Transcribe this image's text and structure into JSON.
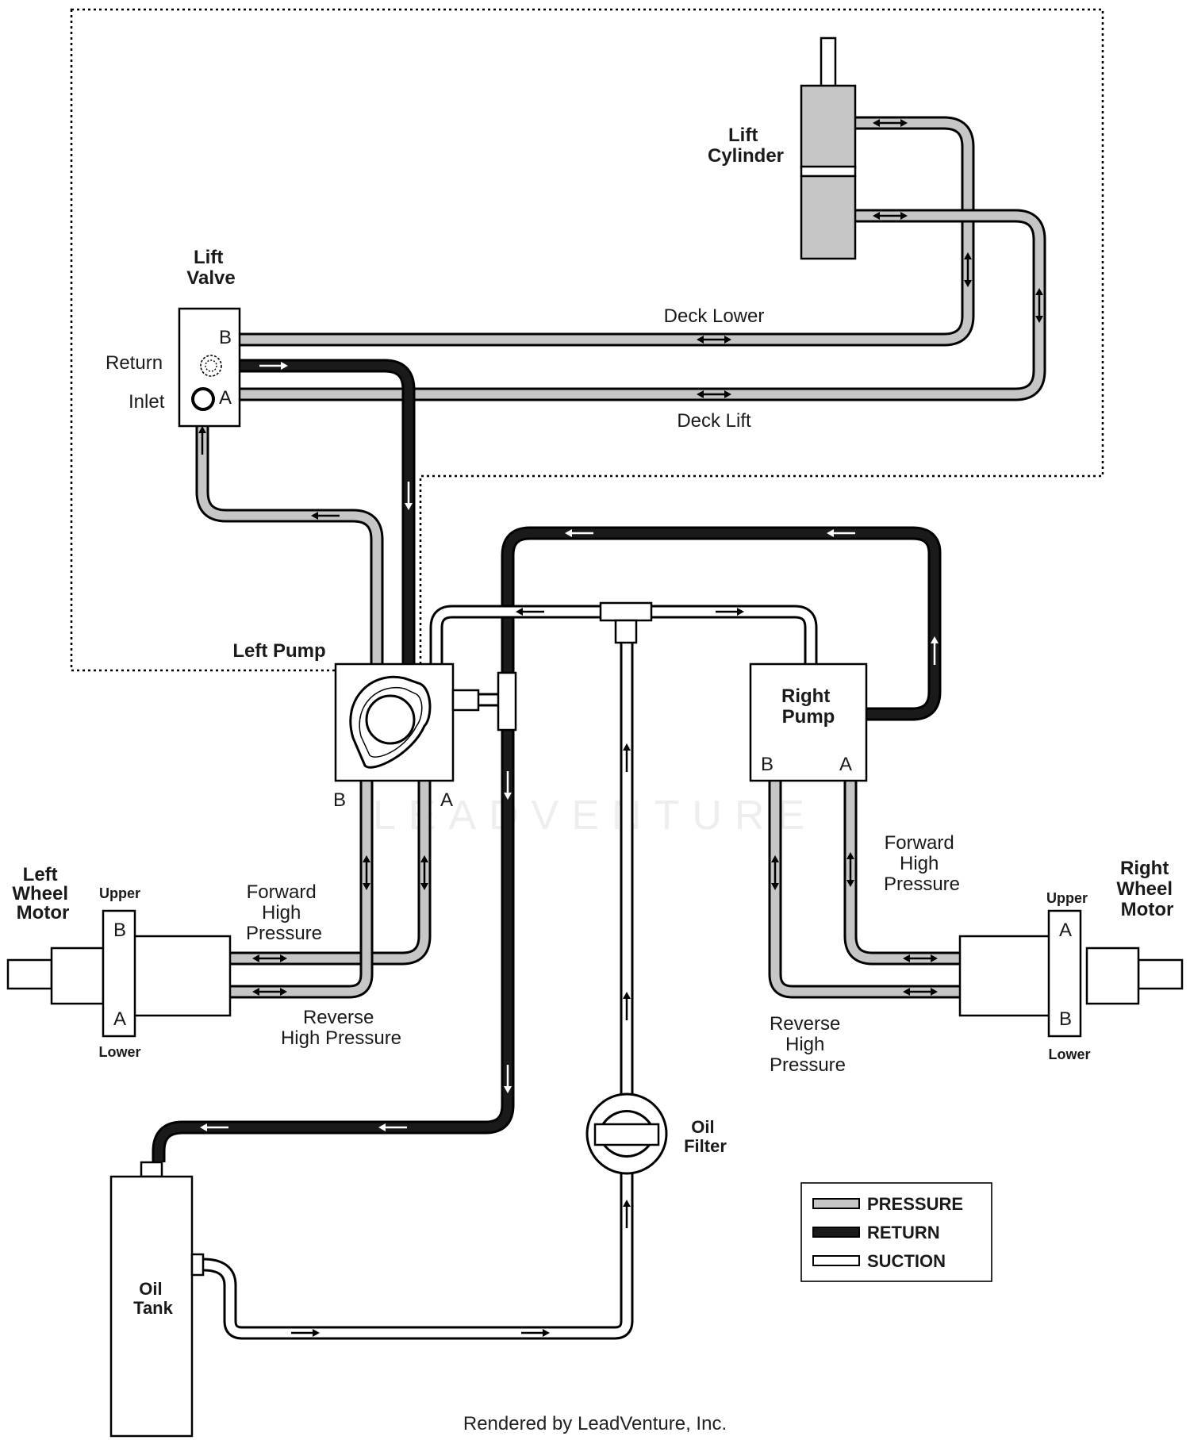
{
  "colors": {
    "pressure": "#c6c6c6",
    "return": "#1a1a1a",
    "suction": "#ffffff",
    "outline": "#000000"
  },
  "labels": {
    "lift_cylinder": [
      "Lift",
      "Cylinder"
    ],
    "lift_valve": [
      "Lift",
      "Valve"
    ],
    "valve_port_b": "B",
    "valve_port_a": "A",
    "return": "Return",
    "inlet": "Inlet",
    "deck_lower": "Deck Lower",
    "deck_lift": "Deck Lift",
    "left_pump": "Left Pump",
    "left_pump_port_b": "B",
    "left_pump_port_a": "A",
    "right_pump": [
      "Right",
      "Pump"
    ],
    "right_pump_port_b": "B",
    "right_pump_port_a": "A",
    "left_wheel_motor": [
      "Left",
      "Wheel",
      "Motor"
    ],
    "left_upper": "Upper",
    "left_lower": "Lower",
    "left_motor_port_b": "B",
    "left_motor_port_a": "A",
    "left_forward": [
      "Forward",
      "High",
      "Pressure"
    ],
    "left_reverse": [
      "Reverse",
      "High Pressure"
    ],
    "right_wheel_motor": [
      "Right",
      "Wheel",
      "Motor"
    ],
    "right_upper": "Upper",
    "right_lower": "Lower",
    "right_motor_port_a": "A",
    "right_motor_port_b": "B",
    "right_forward": [
      "Forward",
      "High",
      "Pressure"
    ],
    "right_reverse": [
      "Reverse",
      "High",
      "Pressure"
    ],
    "oil_filter": [
      "Oil",
      "Filter"
    ],
    "oil_tank": [
      "Oil",
      "Tank"
    ]
  },
  "legend": [
    {
      "label": "PRESSURE",
      "line_type": "pressure"
    },
    {
      "label": "RETURN",
      "line_type": "return"
    },
    {
      "label": "SUCTION",
      "line_type": "suction"
    }
  ],
  "watermark": "LEADVENTURE",
  "footer": "Rendered by LeadVenture, Inc."
}
